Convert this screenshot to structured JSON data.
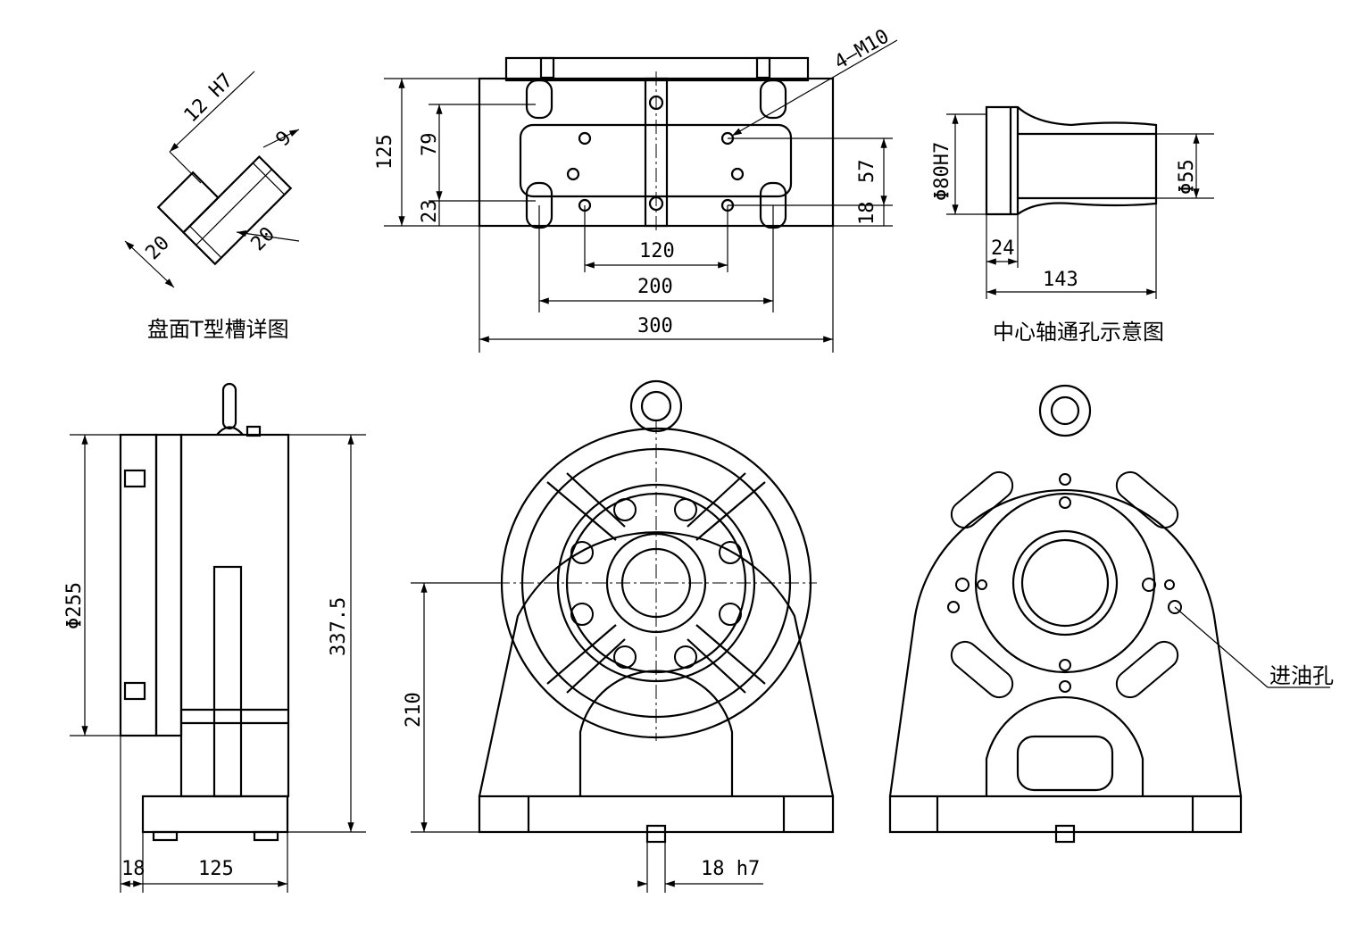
{
  "captions": {
    "tslot": "盘面T型槽详图",
    "shaft": "中心轴通孔示意图",
    "oil": "进油孔"
  },
  "dims": {
    "tslot_12h7": "12 H7",
    "tslot_9": "9",
    "tslot_20a": "20",
    "tslot_20b": "20",
    "top_m10": "4—M10",
    "top_125": "125",
    "top_79": "79",
    "top_23": "23",
    "top_57": "57",
    "top_18": "18",
    "top_120": "120",
    "top_200": "200",
    "top_300": "300",
    "shaft_80h7": "Φ80H7",
    "shaft_55": "Φ55",
    "shaft_24": "24",
    "shaft_143": "143",
    "side_255": "Φ255",
    "side_3375": "337.5",
    "side_18": "18",
    "side_125": "125",
    "front_210": "210",
    "front_18h7": "18 h7"
  }
}
